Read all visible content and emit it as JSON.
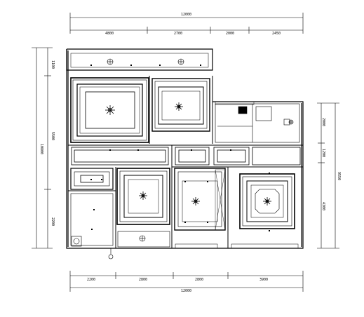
{
  "dimensions": {
    "top_total": "12000",
    "top_segments": [
      "4800",
      "2700",
      "2000",
      "2450"
    ],
    "bottom_total": "12000",
    "bottom_segments": [
      "2200",
      "2800",
      "2800",
      "3900"
    ],
    "left_total": "10800",
    "left_segments": [
      "1100",
      "5500",
      "2200"
    ],
    "right_total": "9550",
    "right_segments": [
      "2000",
      "1200",
      "4300"
    ]
  },
  "colors": {
    "line": "#000000",
    "background": "#ffffff"
  },
  "icons": [
    "ceiling-medallion-icon",
    "ceiling-light-icon"
  ]
}
